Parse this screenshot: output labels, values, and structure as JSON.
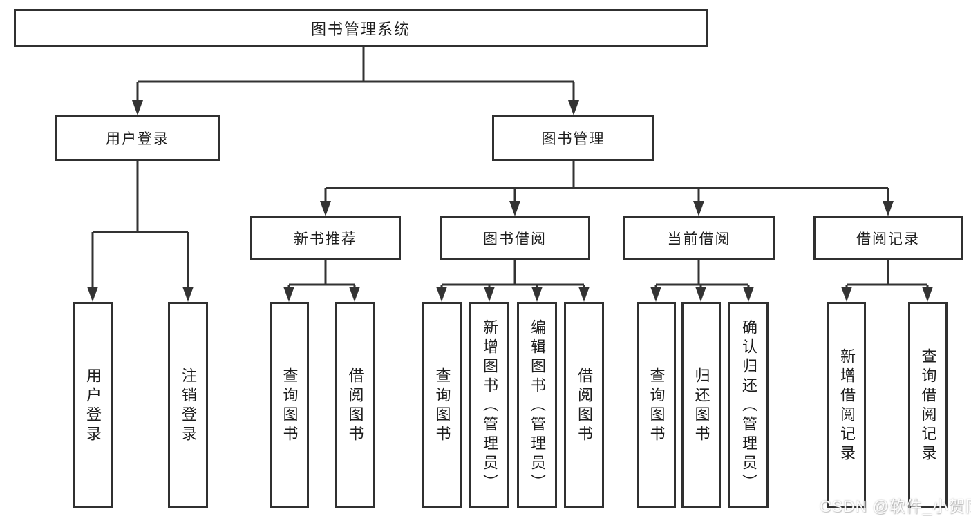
{
  "tree": {
    "label": "图书管理系统",
    "children": [
      {
        "label": "用户登录",
        "children": [
          {
            "label": "用户登录"
          },
          {
            "label": "注销登录"
          }
        ]
      },
      {
        "label": "图书管理",
        "children": [
          {
            "label": "新书推荐",
            "children": [
              {
                "label": "查询图书"
              },
              {
                "label": "借阅图书"
              }
            ]
          },
          {
            "label": "图书借阅",
            "children": [
              {
                "label": "查询图书"
              },
              {
                "label": "新增图书（管理员）"
              },
              {
                "label": "编辑图书（管理员）"
              },
              {
                "label": "借阅图书"
              }
            ]
          },
          {
            "label": "当前借阅",
            "children": [
              {
                "label": "查询图书"
              },
              {
                "label": "归还图书"
              },
              {
                "label": "确认归还（管理员）"
              }
            ]
          },
          {
            "label": "借阅记录",
            "children": [
              {
                "label": "新增借阅记录"
              },
              {
                "label": "查询借阅记录"
              }
            ]
          }
        ]
      }
    ]
  },
  "watermark": {
    "text": "CSDN @软件_小贺同学"
  },
  "colors": {
    "line": "#333333",
    "box_border": "#303030",
    "text": "#1d1d1d",
    "background": "#ffffff",
    "watermark": "#ffffff"
  }
}
